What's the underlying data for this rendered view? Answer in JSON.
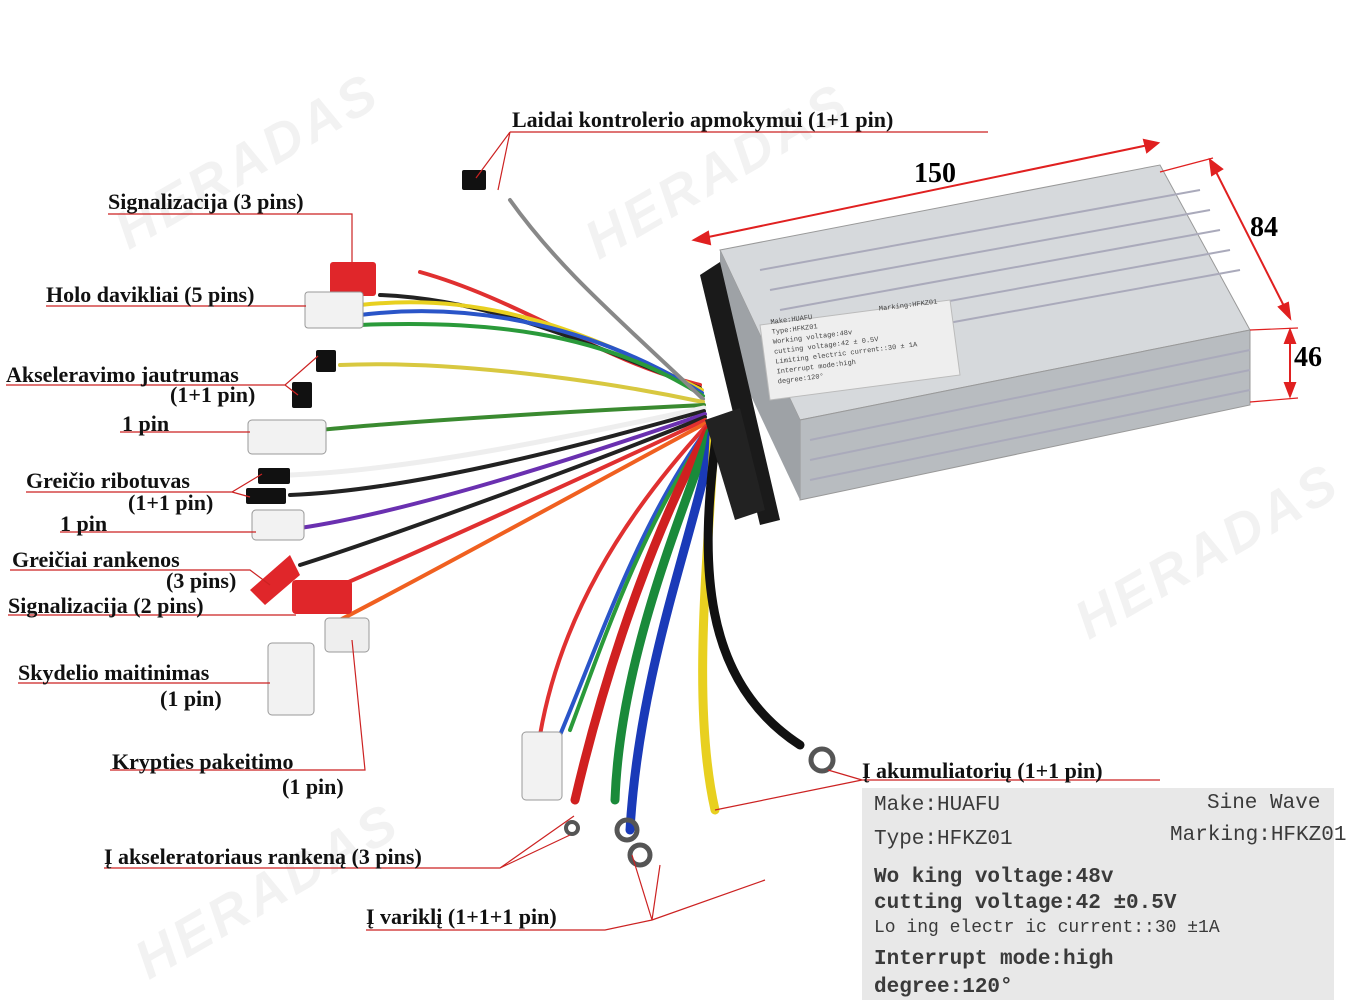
{
  "labels": {
    "training_wires": "Laidai kontrolerio apmokymui (1+1 pin)",
    "signal_3": "Signalizacija (3 pins)",
    "hall": "Holo davikliai (5 pins)",
    "accel_sens_1": "Akseleravimo jautrumas",
    "accel_sens_2": "(1+1 pin)",
    "one_pin_a": "1 pin",
    "speed_limiter_1": "Greičio ribotuvas",
    "speed_limiter_2": "(1+1 pin)",
    "one_pin_b": "1 pin",
    "speeds_1": "Greičiai rankenos",
    "speeds_2": "(3 pins)",
    "signal_2": "Signalizacija (2 pins)",
    "panel_power_1": "Skydelio maitinimas",
    "panel_power_2": "(1 pin)",
    "reverse_1": "Krypties pakeitimo",
    "reverse_2": "(1 pin)",
    "throttle": "Į akseleratoriaus rankeną (3 pins)",
    "motor": "Į variklį (1+1+1 pin)",
    "battery": "Į akumuliatorių (1+1 pin)"
  },
  "dimensions": {
    "length": "150",
    "width": "84",
    "height": "46"
  },
  "sticker": {
    "make": "Make:HUAFU",
    "type": "Type:HFKZ01",
    "marking": "Marking:HFKZ01",
    "voltage": "Working voltage:48v",
    "cutoff": "cutting voltage:42 ± 0.5V",
    "current": "Limiting electric current::30 ± 1A",
    "mode": "Interrupt mode:high",
    "degree": "degree:120°"
  },
  "inset": {
    "make": "Make:HUAFU",
    "sine": "Sine Wave",
    "type": "Type:HFKZ01",
    "marking": "Marking:HFKZ01",
    "voltage": "Wo king voltage:48v",
    "cutoff": "cutting voltage:42 ±0.5V",
    "current": "Lo ing electr ic current::30 ±1A",
    "mode": "Interrupt mode:high",
    "degree": "degree:120°"
  },
  "watermark": "HERADAS",
  "colors": {
    "arrow": "#e02020",
    "leader": "#cc2222",
    "housing": "#c9cdd1",
    "connector_red": "#e0262a"
  }
}
